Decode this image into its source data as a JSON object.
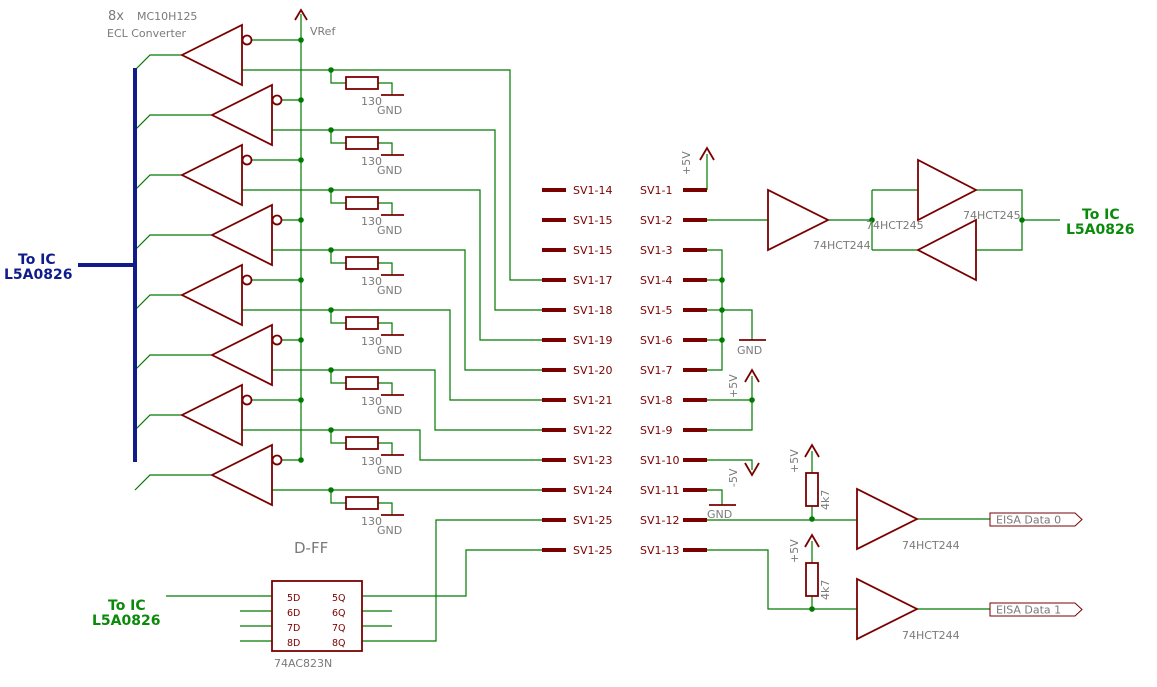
{
  "header": {
    "count": "8x",
    "part": "MC10H125",
    "desc": "ECL Converter",
    "vref": "VRef"
  },
  "left_ic": {
    "line1": "To IC",
    "line2": "L5A0826",
    "color": "#101c8c"
  },
  "right_ic": {
    "line1": "To IC",
    "line2": "L5A0826",
    "color": "#0a8a0a"
  },
  "bottom_ic": {
    "line1": "To IC",
    "line2": "L5A0826",
    "color": "#0a8a0a"
  },
  "resistor_value": "130",
  "gnd_label": "GND",
  "ff": {
    "label": "D-FF",
    "chip": "74AC823N",
    "d_pins": [
      "5D",
      "6D",
      "7D",
      "8D"
    ],
    "q_pins": [
      "5Q",
      "6Q",
      "7Q",
      "8Q"
    ]
  },
  "sv_left": [
    "SV1-14",
    "SV1-15",
    "SV1-15",
    "SV1-17",
    "SV1-18",
    "SV1-19",
    "SV1-20",
    "SV1-21",
    "SV1-22",
    "SV1-23",
    "SV1-24",
    "SV1-25",
    "SV1-25"
  ],
  "sv_right": [
    "SV1-1",
    "SV1-2",
    "SV1-3",
    "SV1-4",
    "SV1-5",
    "SV1-6",
    "SV1-7",
    "SV1-8",
    "SV1-9",
    "SV1-10",
    "SV1-11",
    "SV1-12",
    "SV1-13"
  ],
  "supplies": {
    "plus5": "+5V",
    "minus5": "-5V"
  },
  "buffers": {
    "b244": "74HCT244",
    "b245a": "74HCT245",
    "b245b": "74HCT245",
    "b244_1": "74HCT244",
    "b244_2": "74HCT244"
  },
  "pullup": "4k7",
  "eisa": [
    "EISA Data 0",
    "EISA Data 1"
  ],
  "colors": {
    "wire": "#007a00",
    "part": "#7a0000",
    "text": "#7a7a7a",
    "bus": "#101c8c"
  }
}
